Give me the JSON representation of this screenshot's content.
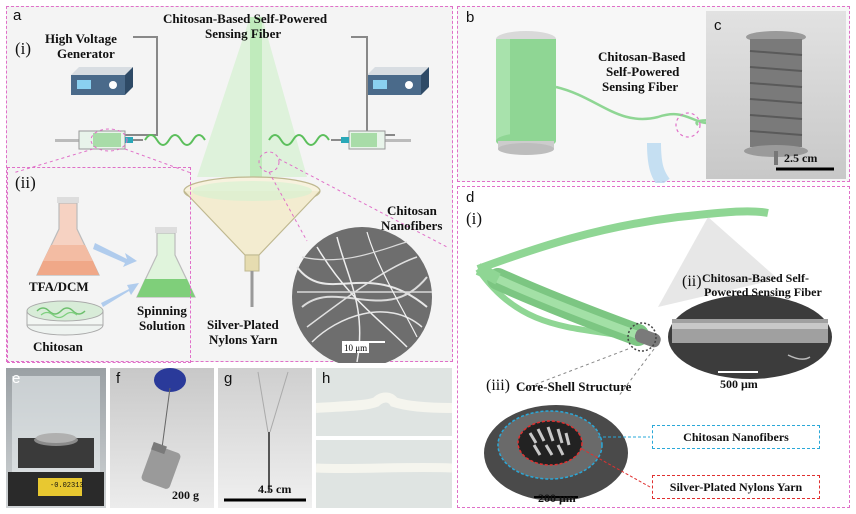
{
  "panel_a": {
    "letter": "a",
    "sub_i": "(i)",
    "sub_ii": "(ii)",
    "high_voltage_line1": "High Voltage",
    "high_voltage_line2": "Generator",
    "fiber_title_line1": "Chitosan-Based Self-Powered",
    "fiber_title_line2": "Sensing Fiber",
    "nanofibers_line1": "Chitosan",
    "nanofibers_line2": "Nanofibers",
    "solvent": "TFA/DCM",
    "chitosan": "Chitosan",
    "spinning_line1": "Spinning",
    "spinning_line2": "Solution",
    "yarn_line1": "Silver-Plated",
    "yarn_line2": "Nylons Yarn",
    "scale": "10 μm"
  },
  "panel_b": {
    "letter": "b",
    "fiber_line1": "Chitosan-Based",
    "fiber_line2": "Self-Powered",
    "fiber_line3": "Sensing Fiber"
  },
  "panel_c": {
    "letter": "c",
    "scale": "2.5 cm"
  },
  "panel_d": {
    "letter": "d",
    "sub_i": "(i)",
    "sub_ii": "(ii)",
    "sem_title_line1": "Chitosan-Based Self-",
    "sem_title_line2": "Powered Sensing Fiber",
    "sem_scale": "500 μm",
    "sub_iii": "(iii)",
    "core_shell": "Core-Shell Structure",
    "cross_scale": "200 μm",
    "legend_shell": "Chitosan Nanofibers",
    "legend_core": "Silver-Plated Nylons Yarn"
  },
  "panel_e": {
    "letter": "e",
    "readout": "-0.02313"
  },
  "panel_f": {
    "letter": "f",
    "weight": "200 g"
  },
  "panel_g": {
    "letter": "g",
    "scale": "4.5 cm"
  },
  "panel_h": {
    "letter": "h"
  },
  "colors": {
    "border_pink": "#e070c8",
    "fiber_green": "#8fd694",
    "shell_blue": "#2aa8d8",
    "core_red": "#e03030"
  }
}
